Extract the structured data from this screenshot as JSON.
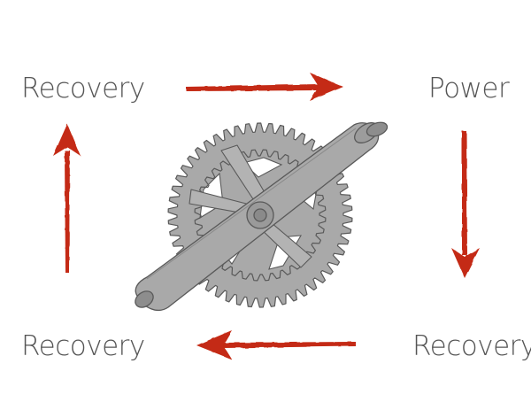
{
  "labels": {
    "top_left": "Recovery",
    "top_right": "Power",
    "bottom_left": "Recovery",
    "bottom_right": "Recovery"
  },
  "colors": {
    "arrow": "#c42a12",
    "crank_fill": "#a9a9a9",
    "crank_stroke": "#595959",
    "label": "#555555",
    "background": "#ffffff"
  },
  "icons": {
    "center": "crankset-icon",
    "arrows": [
      "arrow-right-icon",
      "arrow-down-icon",
      "arrow-left-icon",
      "arrow-up-icon"
    ]
  }
}
